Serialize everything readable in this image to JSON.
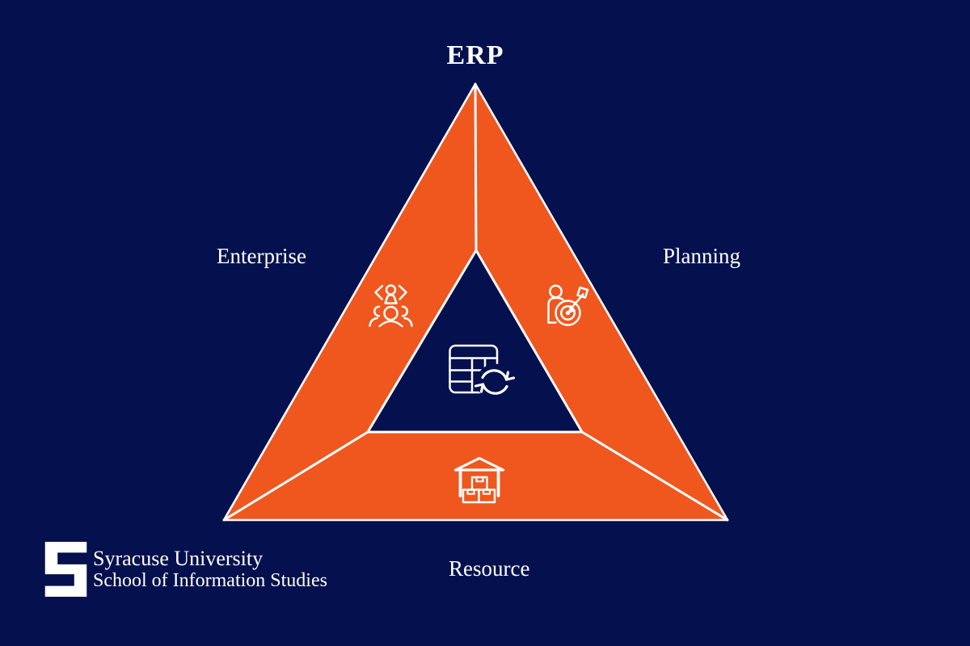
{
  "title": "ERP",
  "triangle": {
    "labels": {
      "enterprise": "Enterprise",
      "planning": "Planning",
      "resource": "Resource"
    },
    "icons": {
      "enterprise": "team-management-icon",
      "planning": "person-goal-target-icon",
      "center": "data-table-sync-icon",
      "resource": "warehouse-boxes-icon"
    }
  },
  "footer_logo": {
    "institution": "Syracuse University",
    "school": "School of Information Studies"
  },
  "colors": {
    "background": "#05114E",
    "orange": "#F0571E",
    "white": "#FFFFFF"
  }
}
